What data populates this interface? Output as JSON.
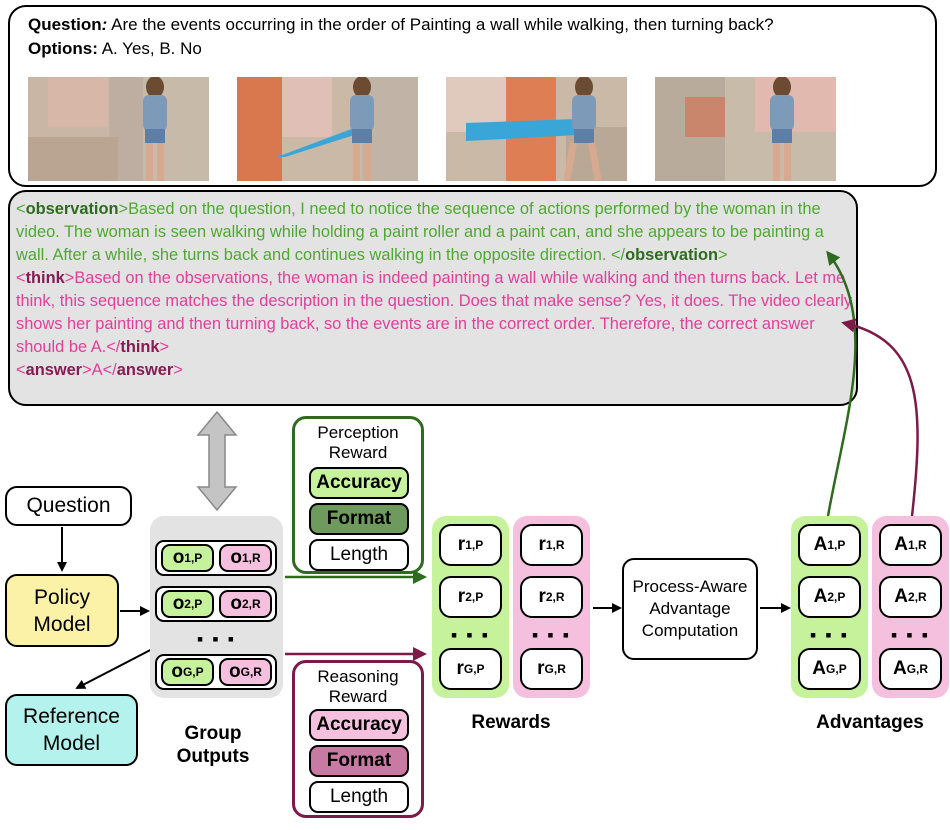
{
  "question": {
    "q_label": "Question",
    "q_colon": ":",
    "q_text": "Are the events occurring in the order of Painting a wall while walking, then turning back?",
    "opt_label": "Options:",
    "opt_text": "A. Yes, B. No"
  },
  "response": {
    "obs_open": "observation",
    "obs_text": "Based on the question, I need to notice the sequence of actions performed by the woman in the video. The woman is seen walking while holding a paint roller and a paint can, and she appears to be painting a wall. After a while, she turns back and continues walking in the opposite direction. ",
    "obs_close": "observation",
    "think_open": "think",
    "think_text": "Based on the observations, the woman is indeed painting a wall while walking and then turns back. Let me think, this sequence matches the description in the question. Does that make sense? Yes, it does. The video clearly shows her painting and then turning back, so the events are in the correct order. Therefore, the correct answer should be A.",
    "think_close": "think",
    "ans_open": "answer",
    "ans_text": "A",
    "ans_close": "answer"
  },
  "nodes": {
    "question": "Question",
    "policy_l1": "Policy",
    "policy_l2": "Model",
    "reference_l1": "Reference",
    "reference_l2": "Model",
    "process_l1": "Process-Aware",
    "process_l2": "Advantage",
    "process_l3": "Computation"
  },
  "perception_reward": {
    "title_l1": "Perception",
    "title_l2": "Reward",
    "items": [
      "Accuracy",
      "Format",
      "Length"
    ]
  },
  "reasoning_reward": {
    "title_l1": "Reasoning",
    "title_l2": "Reward",
    "items": [
      "Accuracy",
      "Format",
      "Length"
    ]
  },
  "group_outputs": {
    "rows": [
      {
        "p": "1,P",
        "r": "1,R"
      },
      {
        "p": "2,P",
        "r": "2,R"
      },
      {
        "p": "G,P",
        "r": "G,R"
      }
    ],
    "caption_l1": "Group",
    "caption_l2": "Outputs"
  },
  "rewards": {
    "p": [
      "1,P",
      "2,P",
      "G,P"
    ],
    "r": [
      "1,R",
      "2,R",
      "G,R"
    ],
    "caption": "Rewards"
  },
  "advantages": {
    "p": [
      "1,P",
      "2,P",
      "G,P"
    ],
    "r": [
      "1,R",
      "2,R",
      "G,R"
    ],
    "caption": "Advantages"
  },
  "symbols": {
    "o": "o",
    "r": "r",
    "a": "A",
    "ellipsis": "▪ ▪ ▪",
    "lt": "<",
    "lt_slash": "</",
    "gt": ">"
  },
  "colors": {
    "perception_green": "#2e6b1f",
    "reasoning_maroon": "#7d1a47",
    "green_fill": "#c6f29c",
    "pink_fill": "#f5c0de",
    "policy_fill": "#fbf2a8",
    "reference_fill": "#b4f2ee",
    "format_green": "#6f9a5e",
    "format_pink": "#c97aa2"
  }
}
